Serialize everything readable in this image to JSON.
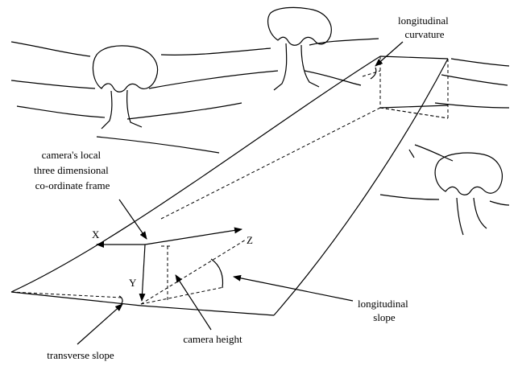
{
  "labels": {
    "longitudinal_curvature": [
      "longitudinal",
      "curvature"
    ],
    "camera_frame": [
      "camera's local",
      "three dimensional",
      "co-ordinate frame"
    ],
    "axis_x": "X",
    "axis_y": "Y",
    "axis_z": "Z",
    "longitudinal_slope": [
      "longitudinal",
      "slope"
    ],
    "camera_height": "camera height",
    "transverse_slope": "transverse slope"
  },
  "colors": {
    "stroke": "#000000",
    "background": "#ffffff"
  }
}
